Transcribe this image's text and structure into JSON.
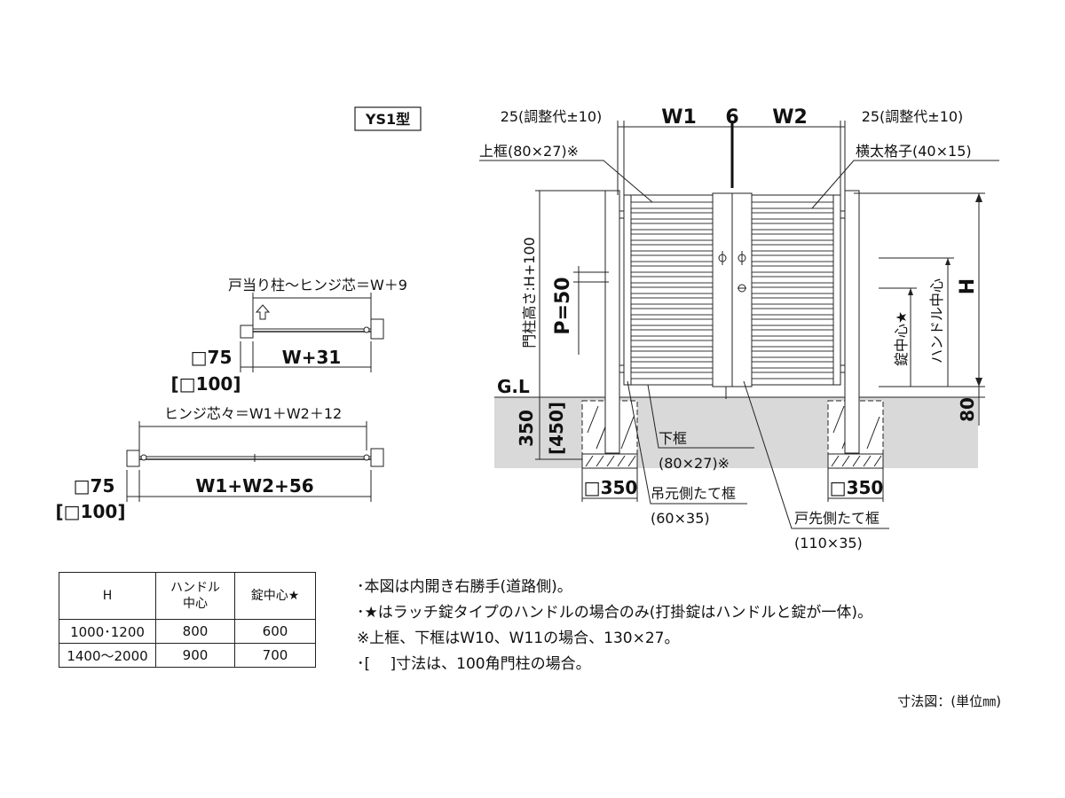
{
  "model": "YS1型",
  "plan_views": {
    "single": {
      "top_label": "戸当り柱～ヒンジ芯＝W＋9",
      "post": "□75",
      "post_alt": "[□100]",
      "width": "W+31"
    },
    "double": {
      "top_label": "ヒンジ芯々＝W1＋W2＋12",
      "post": "□75",
      "post_alt": "[□100]",
      "width": "W1+W2+56"
    }
  },
  "elevation": {
    "adj_left": "25(調整代±10)",
    "adj_right": "25(調整代±10)",
    "w1": "W1",
    "gap": "6",
    "w2": "W2",
    "top_rail": "上框(80×27)※",
    "slat": "横太格子(40×15)",
    "post_height": "門柱高さ:H+100",
    "p": "P=50",
    "h": "H",
    "handle_center": "ハンドル中心",
    "lock_center": "錠中心★",
    "ground": "G.L",
    "depth": "350",
    "depth_alt": "[450]",
    "bottom_clear": "80",
    "bottom_rail_1": "下框",
    "bottom_rail_2": "(80×27)※",
    "foundation_left": "□350",
    "foundation_right": "□350",
    "hinge_stile_1": "吊元側たて框",
    "hinge_stile_2": "(60×35)",
    "latch_stile_1": "戸先側たて框",
    "latch_stile_2": "(110×35)"
  },
  "table": {
    "headers": [
      "H",
      "ハンドル\n中心",
      "錠中心★"
    ],
    "rows": [
      [
        "1000･1200",
        "800",
        "600"
      ],
      [
        "1400～2000",
        "900",
        "700"
      ]
    ]
  },
  "notes": [
    "･本図は内開き右勝手(道路側)。",
    "･★はラッチ錠タイプのハンドルの場合のみ(打掛錠はハンドルと錠が一体)。",
    "※上框、下框はW10、W11の場合、130×27。",
    "･[　 ]寸法は、100角門柱の場合。"
  ],
  "units": "寸法図：(単位㎜)"
}
